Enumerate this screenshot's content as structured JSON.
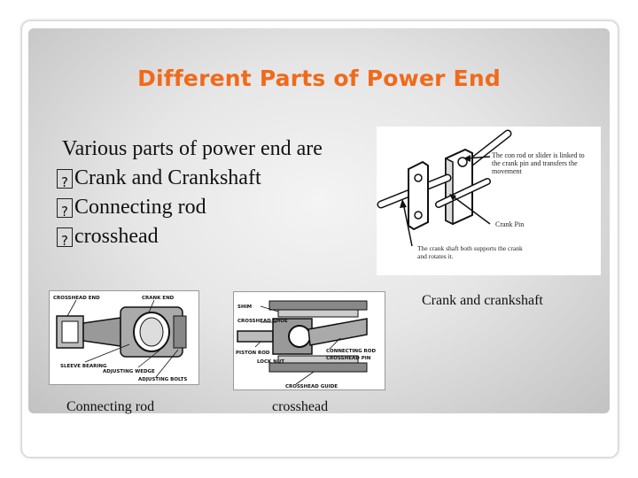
{
  "slide": {
    "title": "Different Parts of Power End",
    "intro": "Various parts of power end are",
    "bullets": [
      "Crank and Crankshaft",
      "Connecting rod",
      "crosshead"
    ]
  },
  "figures": {
    "crank": {
      "caption": "Crank and crankshaft",
      "note_1": [
        "The con rod or slider is linked to",
        "the crank pin and transfers the",
        "movement"
      ],
      "note_2": "Crank Pin",
      "note_3": [
        "The crank shaft both supports the crank",
        "and rotates it."
      ]
    },
    "conrod": {
      "caption": "Connecting rod",
      "labels": {
        "crosshead_end": "CROSSHEAD END",
        "crank_end": "CRANK END",
        "sleeve_bearing": "SLEEVE BEARING",
        "adjusting_wedge": "ADJUSTING WEDGE",
        "adjusting_bolts": "ADJUSTING BOLTS"
      }
    },
    "crosshead": {
      "caption": "crosshead",
      "labels": {
        "shim": "SHIM",
        "crosshead_shoe": "CROSSHEAD SHOE",
        "piston_rod": "PISTON ROD",
        "lock_nut": "LOCK NUT",
        "connecting_rod": "CONNECTING ROD",
        "crosshead_pin": "CROSSHEAD PIN",
        "crosshead_guide": "CROSSHEAD GUIDE"
      }
    }
  },
  "colors": {
    "title": "#f06a1a"
  }
}
